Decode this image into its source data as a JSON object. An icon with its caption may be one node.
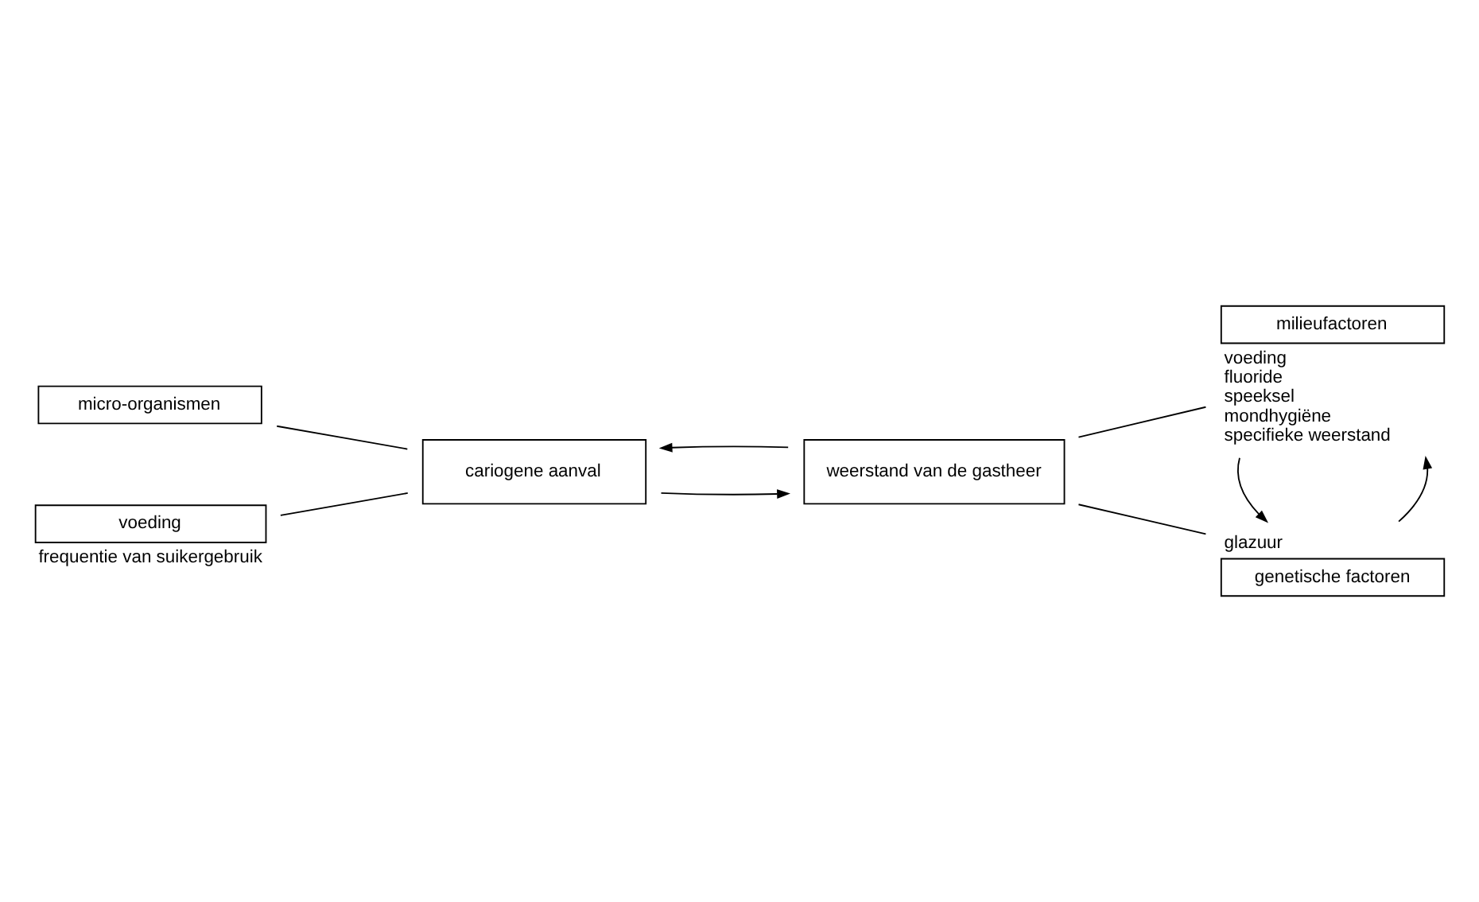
{
  "diagram": {
    "nodes": [
      {
        "text": [
          "micro-organismen"
        ]
      },
      {
        "text": [
          "cariogene aanval"
        ]
      },
      {
        "text": [
          "weerstand van de gastheer"
        ]
      },
      {
        "text": [
          "genetische factoren"
        ],
        "beside": [
          "glazuur"
        ]
      },
      {
        "text": [
          "voeding"
        ],
        "beside": [
          "frequentie van suikergebruik"
        ]
      },
      {
        "text": [
          "milieufactoren"
        ],
        "beside": [
          "voeding",
          "fluoride",
          "speeksel",
          "mondhygiëne",
          "specifieke weerstand"
        ]
      }
    ],
    "edges": [
      {
        "from": 0,
        "to": 1,
        "arrow": "none"
      },
      {
        "from": 4,
        "to": 1,
        "arrow": "none"
      },
      {
        "from": 1,
        "to": 2,
        "arrow": "to"
      },
      {
        "from": 2,
        "to": 1,
        "arrow": "to"
      },
      {
        "from": 2,
        "to": 3,
        "arrow": "none"
      },
      {
        "from": 2,
        "to": 5,
        "arrow": "none"
      },
      {
        "from": 3,
        "to": 5,
        "arrow": "to"
      },
      {
        "from": 5,
        "to": 3,
        "arrow": "to"
      }
    ]
  }
}
